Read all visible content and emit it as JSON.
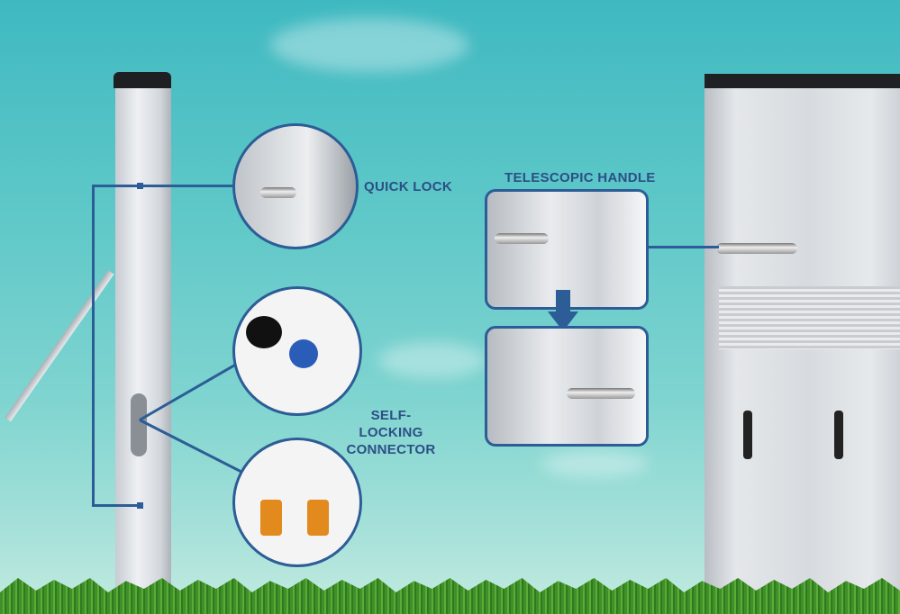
{
  "callouts": {
    "quick_lock": "QUICK LOCK",
    "telescopic_handle": "TELESCOPIC HANDLE",
    "self_locking_connector_line1": "SELF-LOCKING",
    "self_locking_connector_line2": "CONNECTOR"
  },
  "colors": {
    "accent": "#2c5d96",
    "sky": "#5fc8c8",
    "grass": "#4c9e2f"
  }
}
